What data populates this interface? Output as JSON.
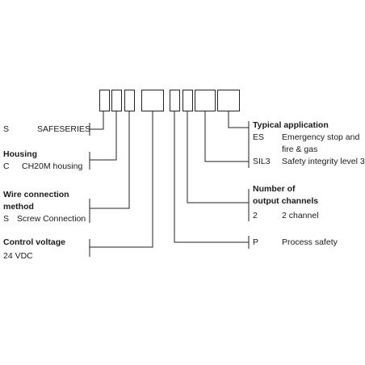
{
  "left": {
    "series": {
      "code": "S",
      "desc": "SAFESERIES"
    },
    "housing": {
      "heading": "Housing",
      "code": "C",
      "desc": "CH20M housing"
    },
    "wire": {
      "heading1": "Wire connection",
      "heading2": "method",
      "code": "S",
      "desc": "Screw Connection"
    },
    "voltage": {
      "heading": "Control voltage",
      "value": "24 VDC"
    }
  },
  "right": {
    "application": {
      "heading": "Typical application",
      "code": "ES",
      "desc1": "Emergency stop and",
      "desc2": "fire & gas"
    },
    "sil": {
      "code": "SIL3",
      "desc": "Safety integrity level 3"
    },
    "channels": {
      "heading1": "Number of",
      "heading2": "output channels",
      "code": "2",
      "desc": "2 channel"
    },
    "process": {
      "code": "P",
      "desc": "Process safety"
    }
  }
}
